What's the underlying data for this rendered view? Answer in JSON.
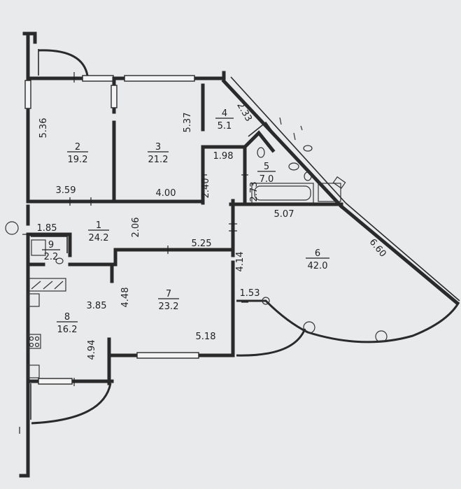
{
  "rooms": [
    {
      "number": "2",
      "area": "19.2"
    },
    {
      "number": "3",
      "area": "21.2"
    },
    {
      "number": "4",
      "area": "5.1"
    },
    {
      "number": "5",
      "area": "7.0"
    },
    {
      "number": "1",
      "area": "24.2"
    },
    {
      "number": "9",
      "area": "2.2"
    },
    {
      "number": "6",
      "area": "42.0"
    },
    {
      "number": "7",
      "area": "23.2"
    },
    {
      "number": "8",
      "area": "16.2"
    }
  ],
  "dimensions": {
    "d_5_36": "5.36",
    "d_3_59": "3.59",
    "d_5_37": "5.37",
    "d_4_00": "4.00",
    "d_2_33": "2.33",
    "d_1_98": "1.98",
    "d_2_40": "2.40",
    "d_2_73": "2.73",
    "d_5_07": "5.07",
    "d_6_60": "6.60",
    "d_1_85": "1.85",
    "d_2_06": "2.06",
    "d_5_25": "5.25",
    "d_4_14": "4.14",
    "d_1_53": "1.53",
    "d_3_85": "3.85",
    "d_4_48": "4.48",
    "d_5_18": "5.18",
    "d_4_94": "4.94"
  }
}
